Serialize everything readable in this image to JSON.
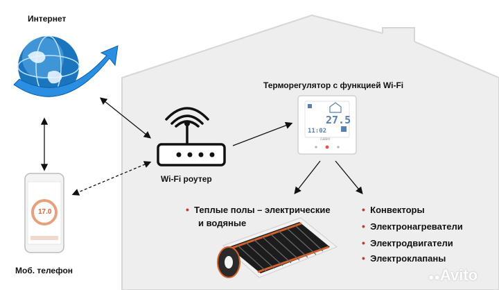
{
  "labels": {
    "internet": "Интернет",
    "thermostat": "Терморегулятор с функцией Wi-Fi",
    "router": "Wi-Fi роутер",
    "phone": "Моб. телефон"
  },
  "left_list": {
    "line1": "Теплые полы – электрические",
    "line2": "и водяные"
  },
  "right_list": [
    "Конвекторы",
    "Электронагреватели",
    "Электродвигатели",
    "Электроклапаны"
  ],
  "thermostat_display": {
    "temp": "27.5",
    "time": "11:02",
    "brand": "caleo"
  },
  "phone_display": {
    "temp": "17.0"
  },
  "watermark": "Avito",
  "colors": {
    "house": "#eeeeee",
    "house_stroke": "#d6d6d6",
    "bullet": "#c0392b",
    "accent": "#1b75bc",
    "display": "#5b7fb0"
  }
}
